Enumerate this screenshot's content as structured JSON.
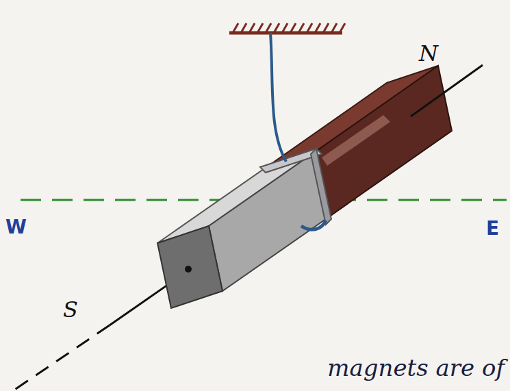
{
  "diagram": {
    "labels": [
      "N",
      "S",
      "W",
      "E",
      "magnets are of"
    ]
  }
}
